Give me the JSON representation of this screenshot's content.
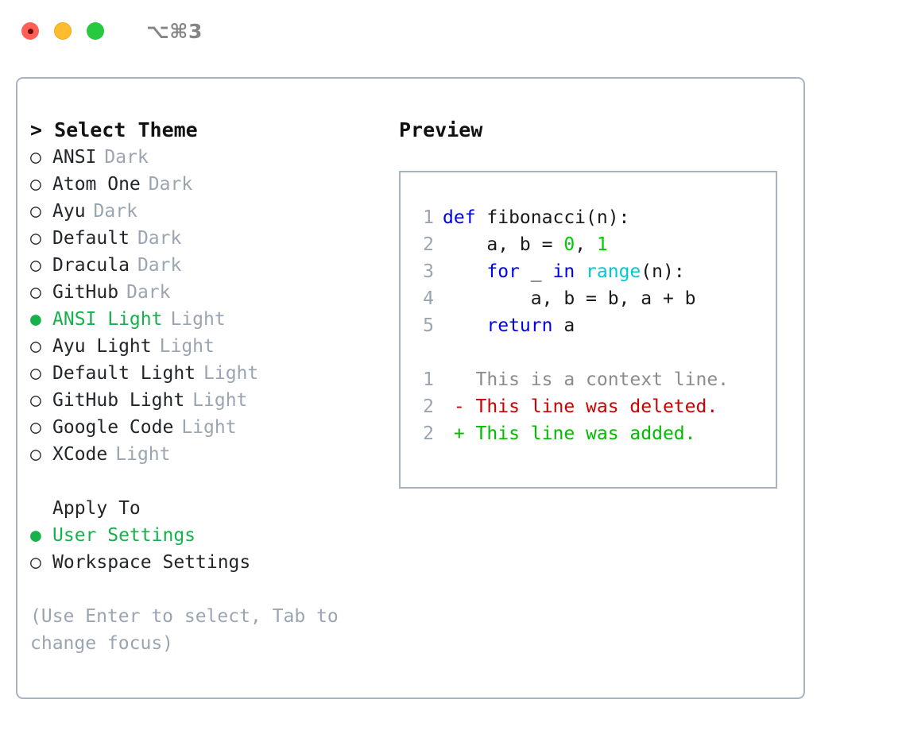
{
  "titlebar": {
    "shortcut": "⌥⌘3",
    "lights": [
      "close-light",
      "minimize-light",
      "maximize-light"
    ]
  },
  "theme_picker": {
    "heading": "> Select Theme",
    "options": [
      {
        "marker": "○",
        "name": "ANSI",
        "suffix": "Dark",
        "selected": false
      },
      {
        "marker": "○",
        "name": "Atom One",
        "suffix": "Dark",
        "selected": false
      },
      {
        "marker": "○",
        "name": "Ayu",
        "suffix": "Dark",
        "selected": false
      },
      {
        "marker": "○",
        "name": "Default",
        "suffix": "Dark",
        "selected": false
      },
      {
        "marker": "○",
        "name": "Dracula",
        "suffix": "Dark",
        "selected": false
      },
      {
        "marker": "○",
        "name": "GitHub",
        "suffix": "Dark",
        "selected": false
      },
      {
        "marker": "●",
        "name": "ANSI Light",
        "suffix": "Light",
        "selected": true
      },
      {
        "marker": "○",
        "name": "Ayu Light",
        "suffix": "Light",
        "selected": false
      },
      {
        "marker": "○",
        "name": "Default Light",
        "suffix": "Light",
        "selected": false
      },
      {
        "marker": "○",
        "name": "GitHub Light",
        "suffix": "Light",
        "selected": false
      },
      {
        "marker": "○",
        "name": "Google Code",
        "suffix": "Light",
        "selected": false
      },
      {
        "marker": "○",
        "name": "XCode",
        "suffix": "Light",
        "selected": false
      }
    ]
  },
  "apply_to": {
    "label": "Apply To",
    "options": [
      {
        "marker": "●",
        "name": "User Settings",
        "selected": true
      },
      {
        "marker": "○",
        "name": "Workspace Settings",
        "selected": false
      }
    ]
  },
  "hint": "(Use Enter to select, Tab to change focus)",
  "preview": {
    "title": "Preview",
    "code_lines": [
      {
        "no": "1",
        "tokens": [
          {
            "t": "def ",
            "c": "kw"
          },
          {
            "t": "fibonacci(n):",
            "c": "txt"
          }
        ]
      },
      {
        "no": "2",
        "tokens": [
          {
            "t": "    a, b = ",
            "c": "txt"
          },
          {
            "t": "0",
            "c": "num"
          },
          {
            "t": ", ",
            "c": "txt"
          },
          {
            "t": "1",
            "c": "num"
          }
        ]
      },
      {
        "no": "3",
        "tokens": [
          {
            "t": "    ",
            "c": "txt"
          },
          {
            "t": "for",
            "c": "kw"
          },
          {
            "t": " _ ",
            "c": "txt"
          },
          {
            "t": "in",
            "c": "kw"
          },
          {
            "t": " ",
            "c": "txt"
          },
          {
            "t": "range",
            "c": "fn"
          },
          {
            "t": "(n):",
            "c": "txt"
          }
        ]
      },
      {
        "no": "4",
        "tokens": [
          {
            "t": "        a, b = b, a + b",
            "c": "txt"
          }
        ]
      },
      {
        "no": "5",
        "tokens": [
          {
            "t": "    ",
            "c": "txt"
          },
          {
            "t": "return",
            "c": "kw"
          },
          {
            "t": " a",
            "c": "txt"
          }
        ]
      }
    ],
    "diff_lines": [
      {
        "no": "1",
        "tokens": [
          {
            "t": "   This is a context line.",
            "c": "ctx"
          }
        ]
      },
      {
        "no": "2",
        "tokens": [
          {
            "t": " - This line was deleted.",
            "c": "del"
          }
        ]
      },
      {
        "no": "2",
        "tokens": [
          {
            "t": " + This line was added.",
            "c": "add"
          }
        ]
      }
    ]
  },
  "colors": {
    "accent_green": "#17b14b",
    "muted": "#9aa5b1",
    "border": "#a9b3c0",
    "keyword": "#0000ee",
    "function": "#00c8d4",
    "number": "#00cc00",
    "diff_deleted": "#cc0000",
    "diff_added": "#00bb00",
    "light_red": "#ff5f57",
    "light_yellow": "#febc2e",
    "light_green": "#28c840"
  }
}
